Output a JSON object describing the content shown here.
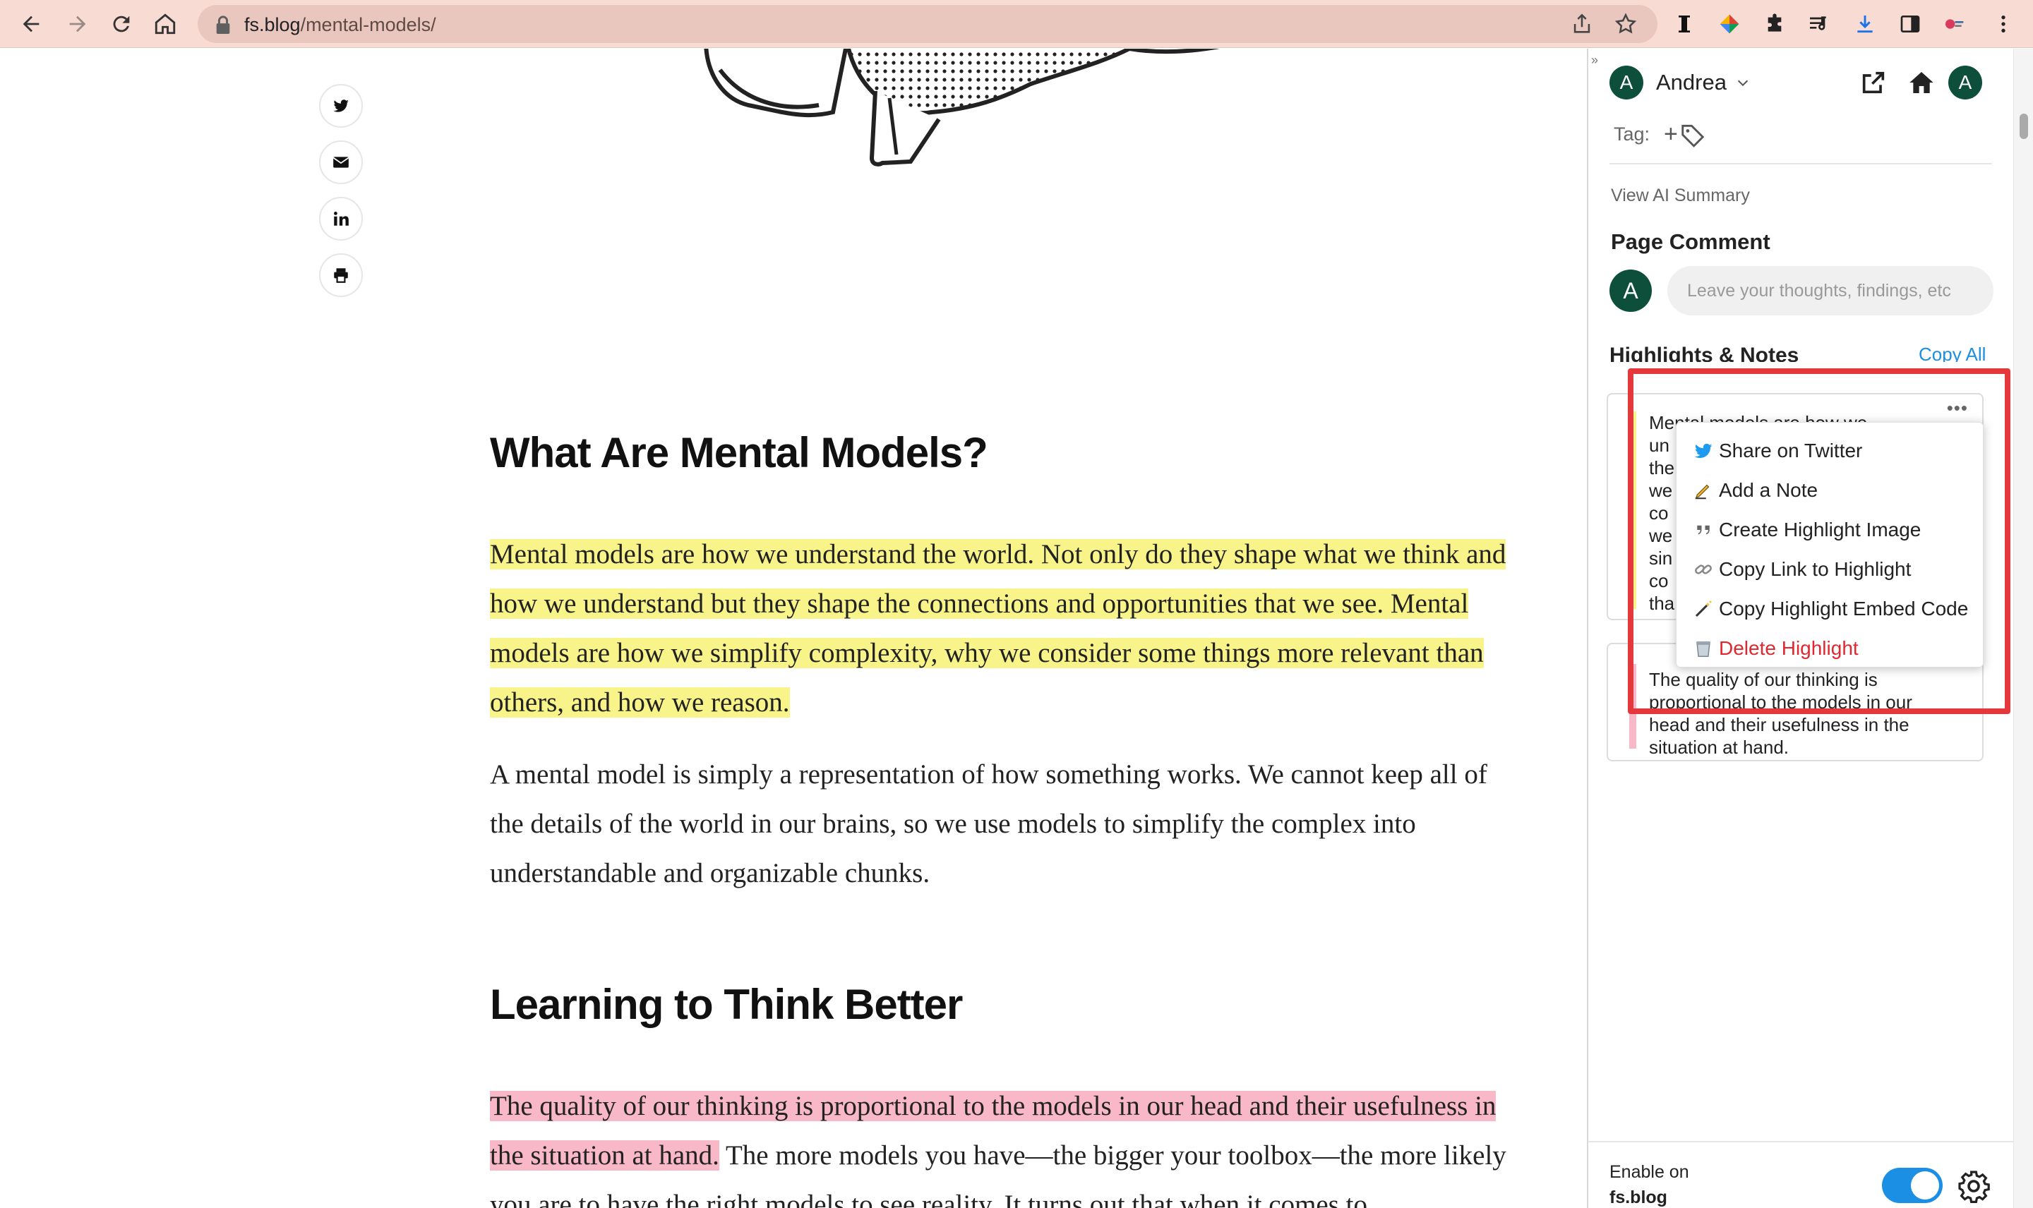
{
  "browser": {
    "url_domain": "fs.blog",
    "url_path": "/mental-models/"
  },
  "article": {
    "heading1": "What Are Mental Models?",
    "para1_highlight": "Mental models are how we understand the world. Not only do they shape what we think and how we understand but they shape the connections and opportunities that we see. Mental models are how we simplify complexity, why we consider some things more relevant than others, and how we reason.",
    "para2": "A mental model is simply a representation of how something works. We cannot keep all of the details of the world in our brains, so we use models to simplify the complex into understandable and organizable chunks.",
    "heading2": "Learning to Think Better",
    "para3_highlight": "The quality of our thinking is proportional to the models in our head and their usefulness in the situation at hand.",
    "para3_rest": " The more models you have—the bigger your toolbox—the more likely you are to have the right models to see reality. It turns out that when it comes to"
  },
  "share_icons": [
    "twitter-icon",
    "email-icon",
    "linkedin-icon",
    "print-icon"
  ],
  "panel": {
    "user_initial": "A",
    "user_name": "Andrea",
    "tag_label": "Tag:",
    "tag_plus": "+",
    "ai_summary": "View AI Summary",
    "page_comment_title": "Page Comment",
    "comment_placeholder": "Leave your thoughts, findings, etc",
    "highlights_title": "Highlights & Notes",
    "copy_all": "Copy All",
    "card1_text": "Mental models are how we un the we co we sin co tha",
    "card1_visible_lines": [
      "Mental models are how we",
      "un",
      "the",
      "we",
      "co",
      "we",
      "sin",
      "co",
      "tha"
    ],
    "card2_lines": [
      "The quality of our thinking is",
      "proportional to the models in our",
      "head and their usefulness in the",
      "situation at hand."
    ],
    "card_more": "•••",
    "enable_on": "Enable on",
    "enable_site": "fs.blog"
  },
  "context_menu": {
    "items": [
      {
        "icon": "twitter-bird-icon",
        "label": "Share on Twitter"
      },
      {
        "icon": "writing-hand-icon",
        "label": "Add a Note"
      },
      {
        "icon": "quote-icon",
        "label": "Create Highlight Image"
      },
      {
        "icon": "link-icon",
        "label": "Copy Link to Highlight"
      },
      {
        "icon": "magic-wand-icon",
        "label": "Copy Highlight Embed Code"
      },
      {
        "icon": "trash-icon",
        "label": "Delete Highlight"
      }
    ]
  },
  "colors": {
    "highlight_yellow": "#f9f48a",
    "highlight_pink": "#f9b8c7",
    "accent_blue": "#1a8fe3",
    "avatar_green": "#0e4f3c",
    "annotation_red": "#e4383d",
    "danger_red": "#e0282e",
    "toolbar_bg": "#f8dcd4"
  }
}
